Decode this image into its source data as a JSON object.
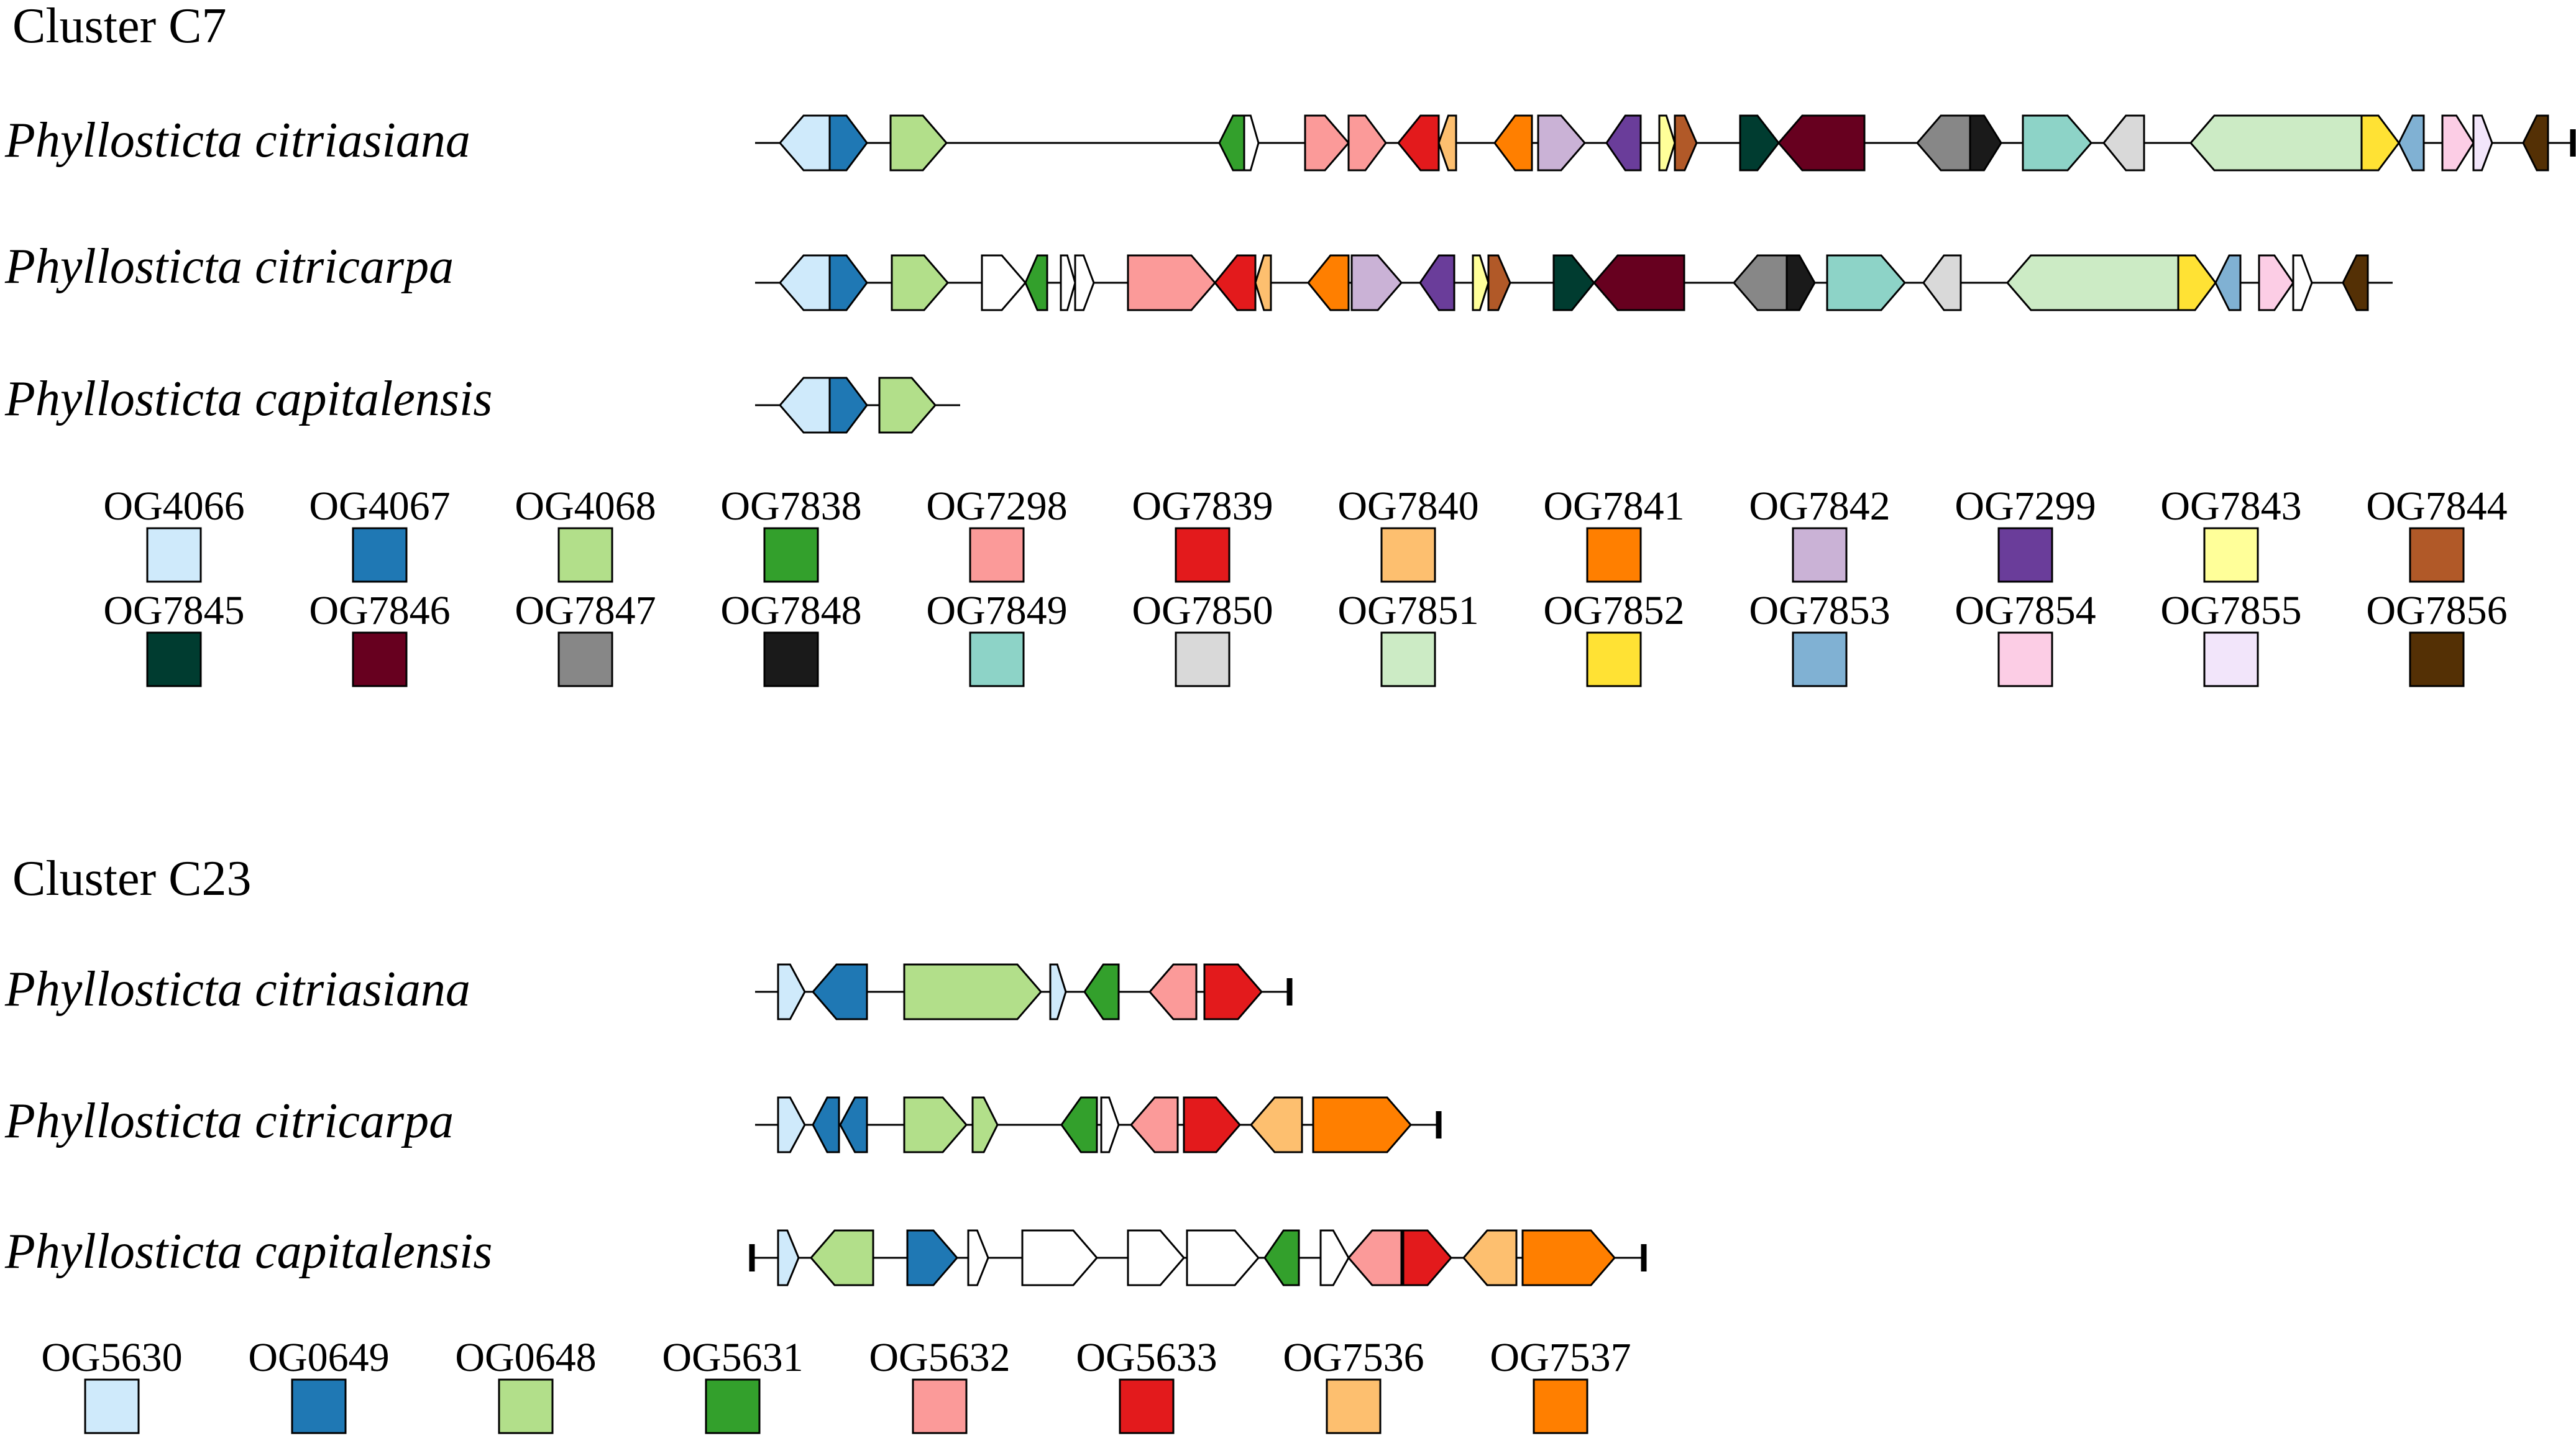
{
  "figure": {
    "clusters": [
      {
        "title": "Cluster C7",
        "tracks": [
          {
            "species": "Phyllosticta citriasiana",
            "genes": [
              {
                "og": "OG4066",
                "dir": "rev"
              },
              {
                "og": "OG4067",
                "dir": "fwd"
              },
              {
                "og": "OG4068",
                "dir": "fwd"
              },
              {
                "og": "OG7838",
                "dir": "rev"
              },
              {
                "og": null,
                "dir": "fwd"
              },
              {
                "og": "OG7298",
                "dir": "fwd"
              },
              {
                "og": "OG7298",
                "dir": "fwd"
              },
              {
                "og": "OG7839",
                "dir": "rev"
              },
              {
                "og": "OG7840",
                "dir": "rev"
              },
              {
                "og": "OG7841",
                "dir": "rev"
              },
              {
                "og": "OG7842",
                "dir": "fwd"
              },
              {
                "og": "OG7299",
                "dir": "rev"
              },
              {
                "og": "OG7843",
                "dir": "fwd"
              },
              {
                "og": "OG7844",
                "dir": "fwd"
              },
              {
                "og": "OG7845",
                "dir": "fwd"
              },
              {
                "og": "OG7846",
                "dir": "rev"
              },
              {
                "og": "OG7847",
                "dir": "rev"
              },
              {
                "og": "OG7848",
                "dir": "fwd"
              },
              {
                "og": "OG7849",
                "dir": "fwd"
              },
              {
                "og": "OG7850",
                "dir": "rev"
              },
              {
                "og": "OG7851",
                "dir": "rev"
              },
              {
                "og": "OG7852",
                "dir": "fwd"
              },
              {
                "og": "OG7853",
                "dir": "rev"
              },
              {
                "og": "OG7854",
                "dir": "fwd"
              },
              {
                "og": "OG7855",
                "dir": "fwd"
              },
              {
                "og": "OG7856",
                "dir": "rev"
              }
            ],
            "contig_end": "right"
          },
          {
            "species": "Phyllosticta citricarpa",
            "genes": [
              {
                "og": "OG4066",
                "dir": "rev"
              },
              {
                "og": "OG4067",
                "dir": "fwd"
              },
              {
                "og": "OG4068",
                "dir": "fwd"
              },
              {
                "og": null,
                "dir": "fwd"
              },
              {
                "og": "OG7838",
                "dir": "rev"
              },
              {
                "og": null,
                "dir": "fwd"
              },
              {
                "og": null,
                "dir": "fwd"
              },
              {
                "og": "OG7298",
                "dir": "fwd"
              },
              {
                "og": "OG7839",
                "dir": "rev"
              },
              {
                "og": "OG7840",
                "dir": "rev"
              },
              {
                "og": "OG7841",
                "dir": "rev"
              },
              {
                "og": "OG7842",
                "dir": "fwd"
              },
              {
                "og": "OG7299",
                "dir": "rev"
              },
              {
                "og": "OG7843",
                "dir": "fwd"
              },
              {
                "og": "OG7844",
                "dir": "fwd"
              },
              {
                "og": "OG7845",
                "dir": "fwd"
              },
              {
                "og": "OG7846",
                "dir": "rev"
              },
              {
                "og": "OG7847",
                "dir": "rev"
              },
              {
                "og": "OG7848",
                "dir": "fwd"
              },
              {
                "og": "OG7849",
                "dir": "fwd"
              },
              {
                "og": "OG7850",
                "dir": "rev"
              },
              {
                "og": "OG7851",
                "dir": "rev"
              },
              {
                "og": "OG7852",
                "dir": "fwd"
              },
              {
                "og": "OG7853",
                "dir": "rev"
              },
              {
                "og": "OG7854",
                "dir": "fwd"
              },
              {
                "og": null,
                "dir": "fwd"
              },
              {
                "og": "OG7856",
                "dir": "rev"
              }
            ]
          },
          {
            "species": "Phyllosticta capitalensis",
            "genes": [
              {
                "og": "OG4066",
                "dir": "rev"
              },
              {
                "og": "OG4067",
                "dir": "fwd"
              },
              {
                "og": "OG4068",
                "dir": "fwd"
              }
            ]
          }
        ],
        "legend": [
          {
            "label": "OG4066",
            "color": "#cfeafb"
          },
          {
            "label": "OG4067",
            "color": "#1f78b4"
          },
          {
            "label": "OG4068",
            "color": "#b2df8a"
          },
          {
            "label": "OG7838",
            "color": "#33a02c"
          },
          {
            "label": "OG7298",
            "color": "#fb9a99"
          },
          {
            "label": "OG7839",
            "color": "#e31a1c"
          },
          {
            "label": "OG7840",
            "color": "#fdbf6f"
          },
          {
            "label": "OG7841",
            "color": "#ff7f00"
          },
          {
            "label": "OG7842",
            "color": "#cab2d6"
          },
          {
            "label": "OG7299",
            "color": "#6a3d9a"
          },
          {
            "label": "OG7843",
            "color": "#ffff99"
          },
          {
            "label": "OG7844",
            "color": "#b15928"
          },
          {
            "label": "OG7845",
            "color": "#003c30"
          },
          {
            "label": "OG7846",
            "color": "#67001f"
          },
          {
            "label": "OG7847",
            "color": "#878787"
          },
          {
            "label": "OG7848",
            "color": "#1a1a1a"
          },
          {
            "label": "OG7849",
            "color": "#8dd3c7"
          },
          {
            "label": "OG7850",
            "color": "#d9d9d9"
          },
          {
            "label": "OG7851",
            "color": "#ccebc5"
          },
          {
            "label": "OG7852",
            "color": "#ffe234"
          },
          {
            "label": "OG7853",
            "color": "#80b1d3"
          },
          {
            "label": "OG7854",
            "color": "#fccde5"
          },
          {
            "label": "OG7855",
            "color": "#f2e5fa"
          },
          {
            "label": "OG7856",
            "color": "#543005"
          }
        ]
      },
      {
        "title": "Cluster C23",
        "tracks": [
          {
            "species": "Phyllosticta citriasiana",
            "genes": [
              {
                "og": "OG5630",
                "dir": "fwd"
              },
              {
                "og": "OG0649",
                "dir": "rev"
              },
              {
                "og": "OG0648",
                "dir": "fwd"
              },
              {
                "og": "OG5630",
                "dir": "fwd"
              },
              {
                "og": "OG5631",
                "dir": "rev"
              },
              {
                "og": "OG5632",
                "dir": "rev"
              },
              {
                "og": "OG5633",
                "dir": "fwd"
              }
            ],
            "contig_end": "right"
          },
          {
            "species": "Phyllosticta citricarpa",
            "genes": [
              {
                "og": "OG5630",
                "dir": "fwd"
              },
              {
                "og": "OG0649",
                "dir": "rev"
              },
              {
                "og": "OG0649",
                "dir": "rev"
              },
              {
                "og": "OG0648",
                "dir": "fwd"
              },
              {
                "og": "OG0648",
                "dir": "fwd"
              },
              {
                "og": "OG5631",
                "dir": "rev"
              },
              {
                "og": null,
                "dir": "fwd"
              },
              {
                "og": "OG5632",
                "dir": "rev"
              },
              {
                "og": "OG5633",
                "dir": "fwd"
              },
              {
                "og": "OG7536",
                "dir": "rev"
              },
              {
                "og": "OG7537",
                "dir": "fwd"
              }
            ],
            "contig_end": "right"
          },
          {
            "species": "Phyllosticta capitalensis",
            "genes": [
              {
                "og": "OG5630",
                "dir": "fwd"
              },
              {
                "og": "OG0648",
                "dir": "rev"
              },
              {
                "og": "OG0649",
                "dir": "fwd"
              },
              {
                "og": null,
                "dir": "fwd"
              },
              {
                "og": null,
                "dir": "fwd"
              },
              {
                "og": null,
                "dir": "fwd"
              },
              {
                "og": null,
                "dir": "fwd"
              },
              {
                "og": "OG5631",
                "dir": "rev"
              },
              {
                "og": null,
                "dir": "fwd"
              },
              {
                "og": "OG5632",
                "dir": "rev"
              },
              {
                "og": "OG5633",
                "dir": "fwd"
              },
              {
                "og": "OG7536",
                "dir": "rev"
              },
              {
                "og": "OG7537",
                "dir": "fwd"
              }
            ],
            "contig_end": "both"
          }
        ],
        "legend": [
          {
            "label": "OG5630",
            "color": "#cfeafb"
          },
          {
            "label": "OG0649",
            "color": "#1f78b4"
          },
          {
            "label": "OG0648",
            "color": "#b2df8a"
          },
          {
            "label": "OG5631",
            "color": "#33a02c"
          },
          {
            "label": "OG5632",
            "color": "#fb9a99"
          },
          {
            "label": "OG5633",
            "color": "#e31a1c"
          },
          {
            "label": "OG7536",
            "color": "#fdbf6f"
          },
          {
            "label": "OG7537",
            "color": "#ff7f00"
          }
        ]
      }
    ]
  }
}
